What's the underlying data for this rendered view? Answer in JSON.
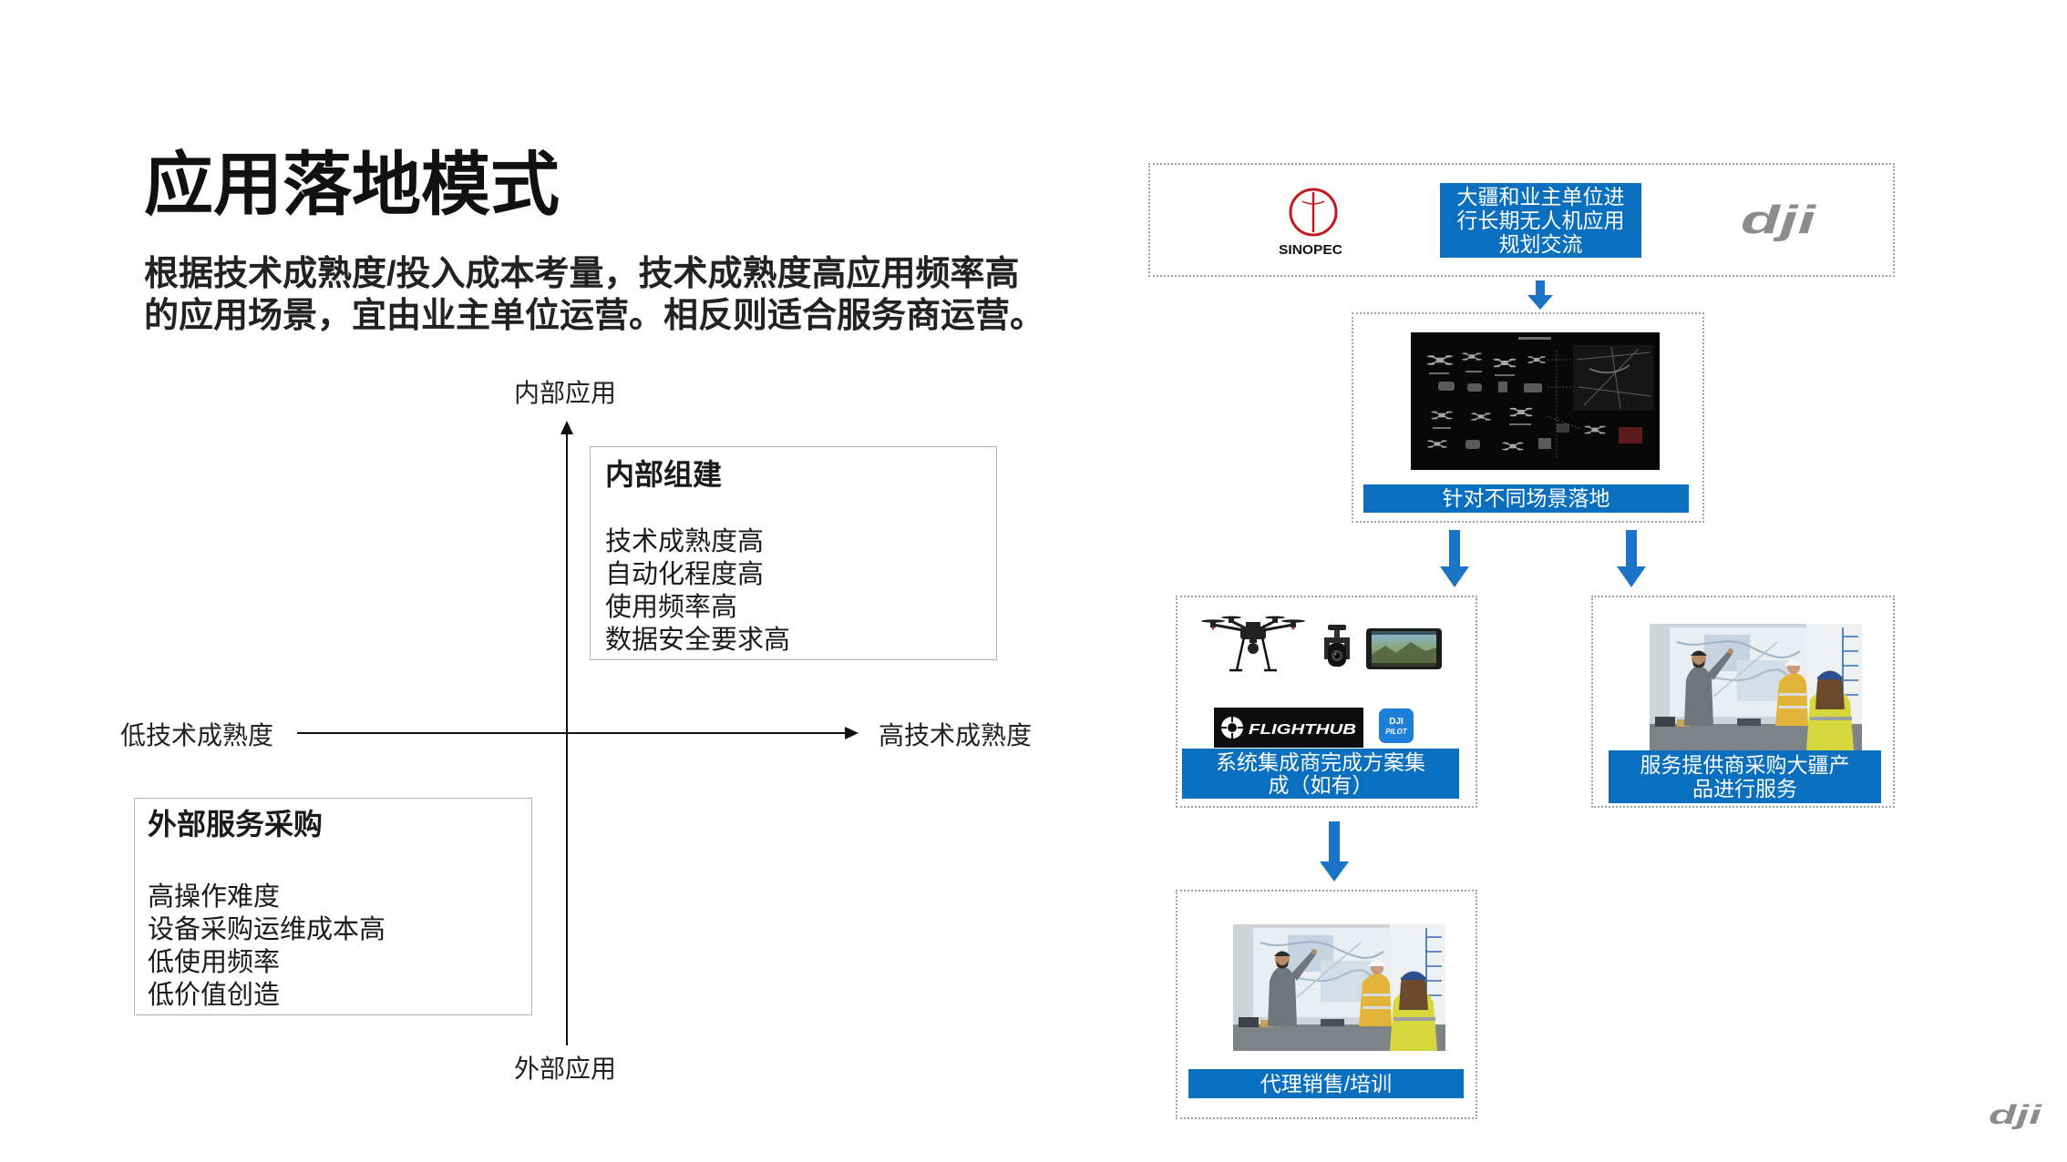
{
  "slide": {
    "title": "应用落地模式",
    "subtitle_lines": [
      "根据技术成熟度/投入成本考量，技术成熟度高应用频率高",
      "的应用场景，宜由业主单位运营。相反则适合服务商运营。"
    ]
  },
  "quadrant": {
    "axis_top": "内部应用",
    "axis_bottom": "外部应用",
    "axis_left": "低技术成熟度",
    "axis_right": "高技术成熟度",
    "internal_box": {
      "title": "内部组建",
      "items": [
        "技术成熟度高",
        "自动化程度高",
        "使用频率高",
        "数据安全要求高"
      ]
    },
    "external_box": {
      "title": "外部服务采购",
      "items": [
        "高操作难度",
        "设备采购运维成本高",
        "低使用频率",
        "低价值创造"
      ]
    }
  },
  "flow": {
    "planning": {
      "label_lines": [
        "大疆和业主单位进",
        "行长期无人机应用",
        "规划交流"
      ]
    },
    "scenarios": {
      "label": "针对不同场景落地"
    },
    "integrator": {
      "label_lines": [
        "系统集成商完成方案集",
        "成（如有）"
      ]
    },
    "service_provider": {
      "label_lines": [
        "服务提供商采购大疆产",
        "品进行服务"
      ]
    },
    "agent": {
      "label": "代理销售/培训"
    }
  },
  "logos": {
    "partner": "SINOPEC",
    "dji_top": "dji",
    "flighthub": "FLIGHTHUB",
    "pilot_app": [
      "DJI",
      "PILOT"
    ],
    "dji_footer": "dji"
  },
  "colors": {
    "accent_blue": "#0a6fbf",
    "text_dark": "#1a1a1a",
    "logo_gray": "#8c8c8c",
    "arrow_blue": "#1a73c4"
  }
}
